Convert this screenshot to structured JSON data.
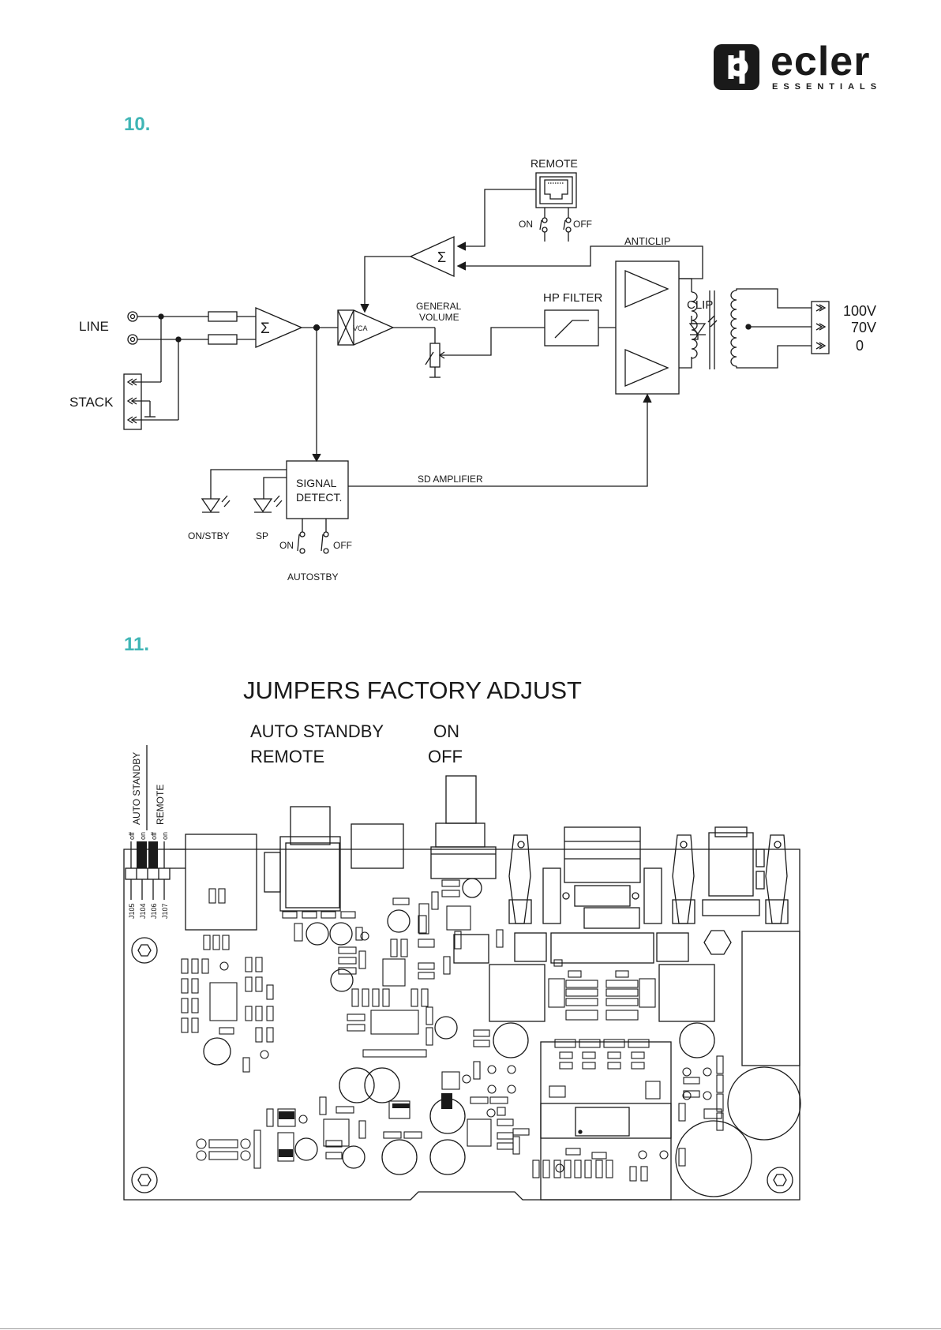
{
  "logo": {
    "word": "ecler",
    "sub": "ESSENTIALS"
  },
  "sections": [
    {
      "number": "10."
    },
    {
      "number": "11."
    }
  ],
  "diagram": {
    "remote": "REMOTE",
    "remote_on": "ON",
    "remote_off": "OFF",
    "anticlip": "ANTICLIP",
    "sigma": "Σ",
    "line": "LINE",
    "stack": "STACK",
    "vca": "VCA",
    "general_volume_1": "GENERAL",
    "general_volume_2": "VOLUME",
    "hp_filter": "HP FILTER",
    "clip": "CLIP",
    "out_100": "100V",
    "out_70": "70V",
    "out_0": "0",
    "signal_detect_1": "SIGNAL",
    "signal_detect_2": "DETECT.",
    "sd_amplifier": "SD AMPLIFIER",
    "led_on_stby": "ON/STBY",
    "led_sp": "SP",
    "auto_on": "ON",
    "auto_off": "OFF",
    "autostby": "AUTOSTBY"
  },
  "jumpers": {
    "title": "JUMPERS FACTORY ADJUST",
    "rows": [
      {
        "name": "AUTO STANDBY",
        "value": "ON"
      },
      {
        "name": "REMOTE",
        "value": "OFF"
      }
    ],
    "vertical_auto": "AUTO STANDBY",
    "vertical_remote": "REMOTE",
    "pin_labels": [
      "off",
      "on",
      "off",
      "on"
    ],
    "ids": [
      "J105",
      "J104",
      "J106",
      "J107"
    ]
  }
}
